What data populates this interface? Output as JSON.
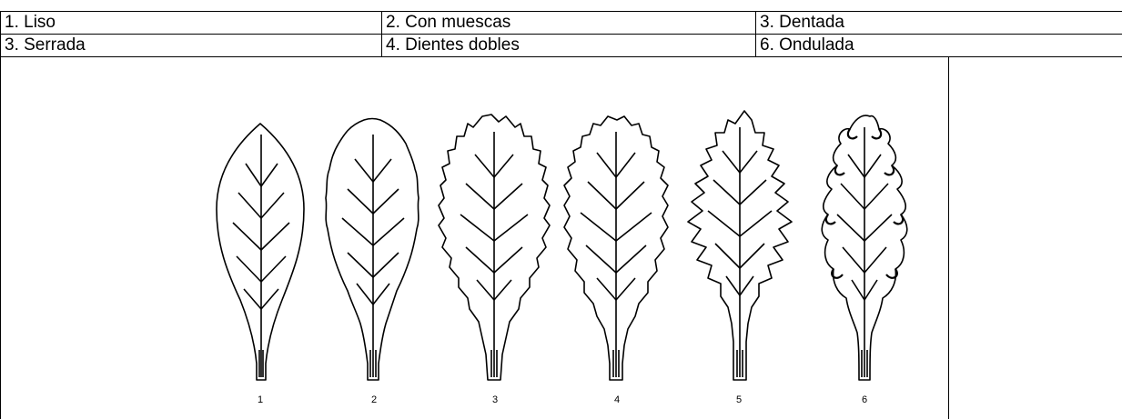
{
  "table": {
    "rows": [
      [
        "1. Liso",
        "2. Con muescas",
        "3. Dentada"
      ],
      [
        "3. Serrada",
        "4. Dientes dobles",
        "6. Ondulada"
      ]
    ]
  },
  "figure": {
    "leaf_numbers": [
      "1",
      "2",
      "3",
      "4",
      "5",
      "6"
    ]
  }
}
